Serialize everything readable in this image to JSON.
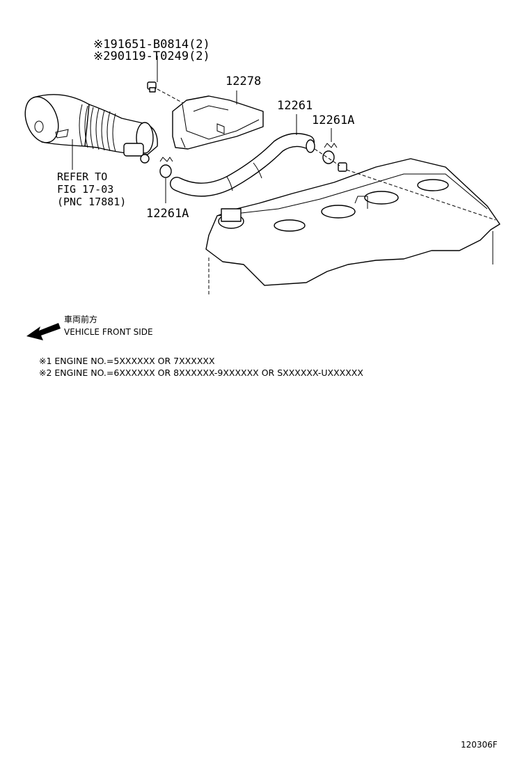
{
  "parts": {
    "bolt_line1": "※191651-B0814(2)",
    "bolt_line2": "※290119-T0249(2)",
    "bracket": "12278",
    "hose": "12261",
    "clip_right": "12261A",
    "clip_left": "12261A"
  },
  "reference": {
    "line1": "REFER TO",
    "line2": "FIG 17-03",
    "line3": "(PNC 17881)"
  },
  "direction": {
    "japanese": "車両前方",
    "english": "VEHICLE FRONT SIDE"
  },
  "notes": [
    "※1 ENGINE NO.=5XXXXXX OR 7XXXXXX",
    "※2 ENGINE NO.=6XXXXXX OR 8XXXXXX-9XXXXXX OR SXXXXXX-UXXXXXX"
  ],
  "diagram_code": "120306F"
}
